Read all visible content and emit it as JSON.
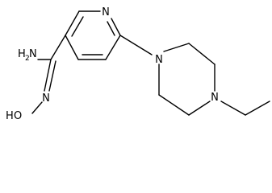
{
  "atoms": {
    "ring_nitrogen": "N",
    "piperazine_n1": "N",
    "piperazine_n4": "N",
    "amine_prefix": "H",
    "amine_subscript": "2",
    "amine_atom": "N",
    "imine_nitrogen": "N",
    "hydroxyl_h": "H",
    "hydroxyl_o": "O"
  },
  "colors": {
    "bond": "#000000",
    "label": "#000000",
    "background": "#ffffff"
  }
}
